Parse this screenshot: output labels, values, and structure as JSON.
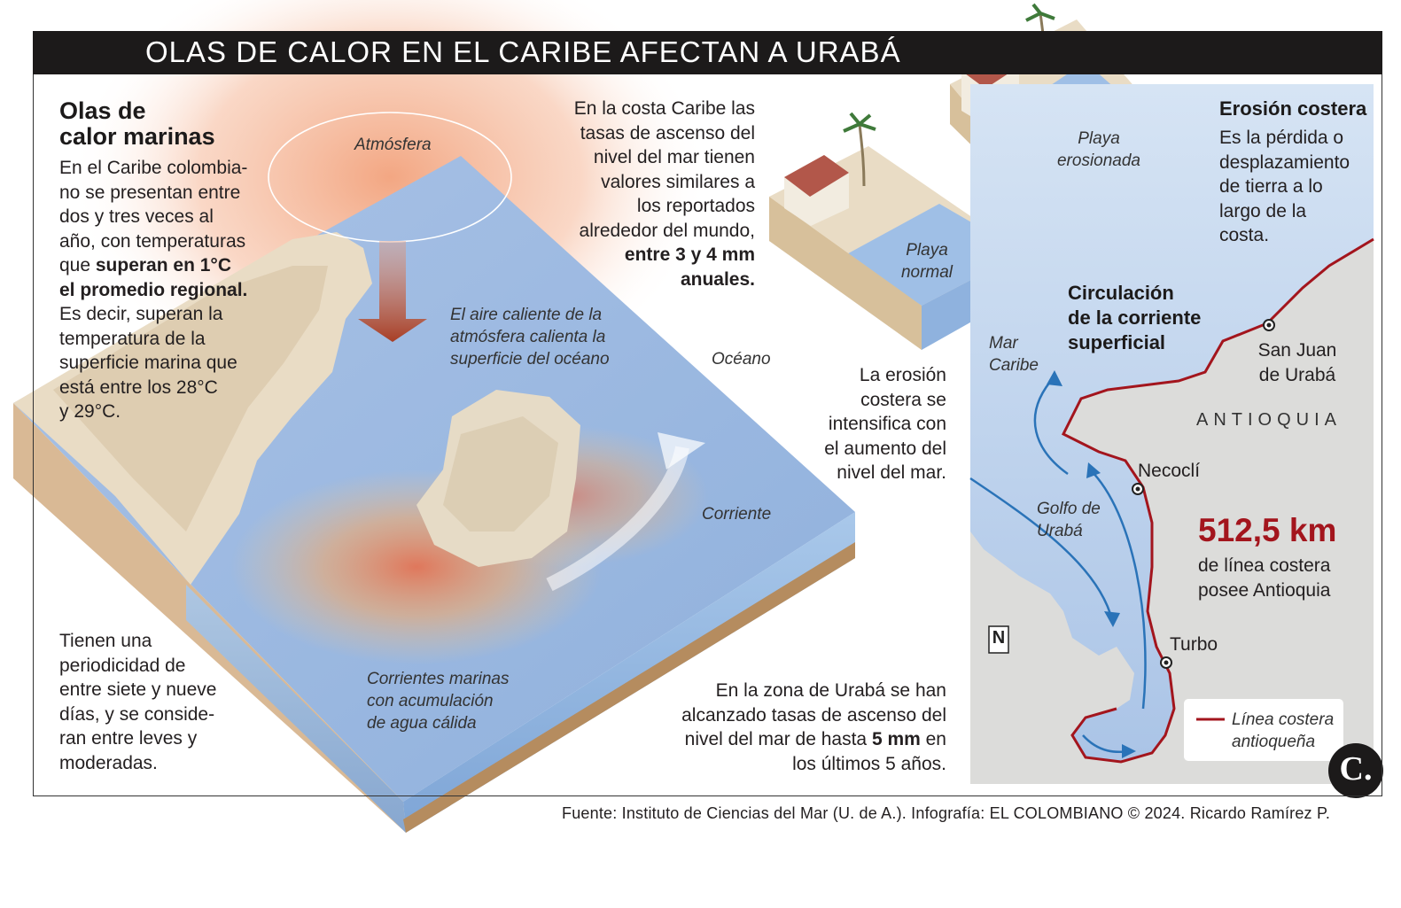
{
  "title": "OLAS DE CALOR EN EL CARIBE AFECTAN A URABÁ",
  "intro": {
    "heading": [
      "Olas de",
      "calor marinas"
    ],
    "lines": [
      [
        "En el Caribe colombia-",
        ""
      ],
      [
        "no se presentan entre",
        ""
      ],
      [
        "dos y tres veces al",
        ""
      ],
      [
        "año, con temperaturas",
        ""
      ],
      [
        "que ",
        "superan en 1°C"
      ],
      [
        "",
        "el promedio regional."
      ],
      [
        "Es decir, superan la",
        ""
      ],
      [
        "temperatura de la",
        ""
      ],
      [
        "superficie marina que",
        ""
      ],
      [
        "está entre los 28°C",
        ""
      ],
      [
        "y 29°C.",
        ""
      ]
    ]
  },
  "periodicity": [
    "Tienen una",
    "periodicidad de",
    "entre siete y nueve",
    "días, y se conside-",
    "ran entre leves y",
    "moderadas."
  ],
  "sea_level_global": [
    [
      "En la costa Caribe las",
      ""
    ],
    [
      "tasas de ascenso del",
      ""
    ],
    [
      "nivel del mar tienen",
      ""
    ],
    [
      "valores similares a",
      ""
    ],
    [
      "los reportados",
      ""
    ],
    [
      "alrededor del mundo,",
      ""
    ],
    [
      "",
      "entre 3 y 4 mm"
    ],
    [
      "",
      "anuales."
    ]
  ],
  "diagram_labels": {
    "atmosphere": "Atmósfera",
    "hot_air": [
      "El aire caliente de la",
      "atmósfera calienta la",
      "superficie del océano"
    ],
    "ocean": "Océano",
    "current": "Corriente",
    "warm_currents": [
      "Corrientes marinas",
      "con acumulación",
      "de agua cálida"
    ]
  },
  "uraba_rise": [
    [
      "En la zona de Urabá se han",
      ""
    ],
    [
      "alcanzado tasas de ascenso del",
      ""
    ],
    [
      "nivel del mar de hasta ",
      "5 mm",
      " en"
    ],
    [
      "los últimos 5 años.",
      ""
    ]
  ],
  "erosion_note": [
    "La erosión",
    "costera se",
    "intensifica con",
    "el aumento del",
    "nivel del mar."
  ],
  "beach_labels": {
    "normal": [
      "Playa",
      "normal"
    ],
    "eroded": [
      "Playa",
      "erosionada"
    ]
  },
  "erosion_def": {
    "heading": "Erosión costera",
    "lines": [
      "Es la pérdida o",
      "desplazamiento",
      "de tierra a lo",
      "largo de la",
      "costa."
    ]
  },
  "map": {
    "circulation_heading": [
      "Circulación",
      "de la corriente",
      "superficial"
    ],
    "sea_label": [
      "Mar",
      "Caribe"
    ],
    "gulf_label": [
      "Golfo de",
      "Urabá"
    ],
    "region": "ANTIOQUIA",
    "towns": [
      "San Juan",
      "de Urabá",
      "Necoclí",
      "Turbo"
    ],
    "coast_km": "512,5 km",
    "coast_text": [
      "de línea costera",
      "posee Antioquia"
    ],
    "legend": [
      "Línea costera",
      "antioqueña"
    ],
    "north": "N",
    "colors": {
      "coastline": "#a3151d",
      "sea": "#b9cfea",
      "land": "#dcdcda",
      "current": "#2a73b8"
    }
  },
  "logo": "C.",
  "source": "Fuente: Instituto de Ciencias del Mar (U. de A.). Infografía: EL COLOMBIANO © 2024. Ricardo Ramírez P."
}
